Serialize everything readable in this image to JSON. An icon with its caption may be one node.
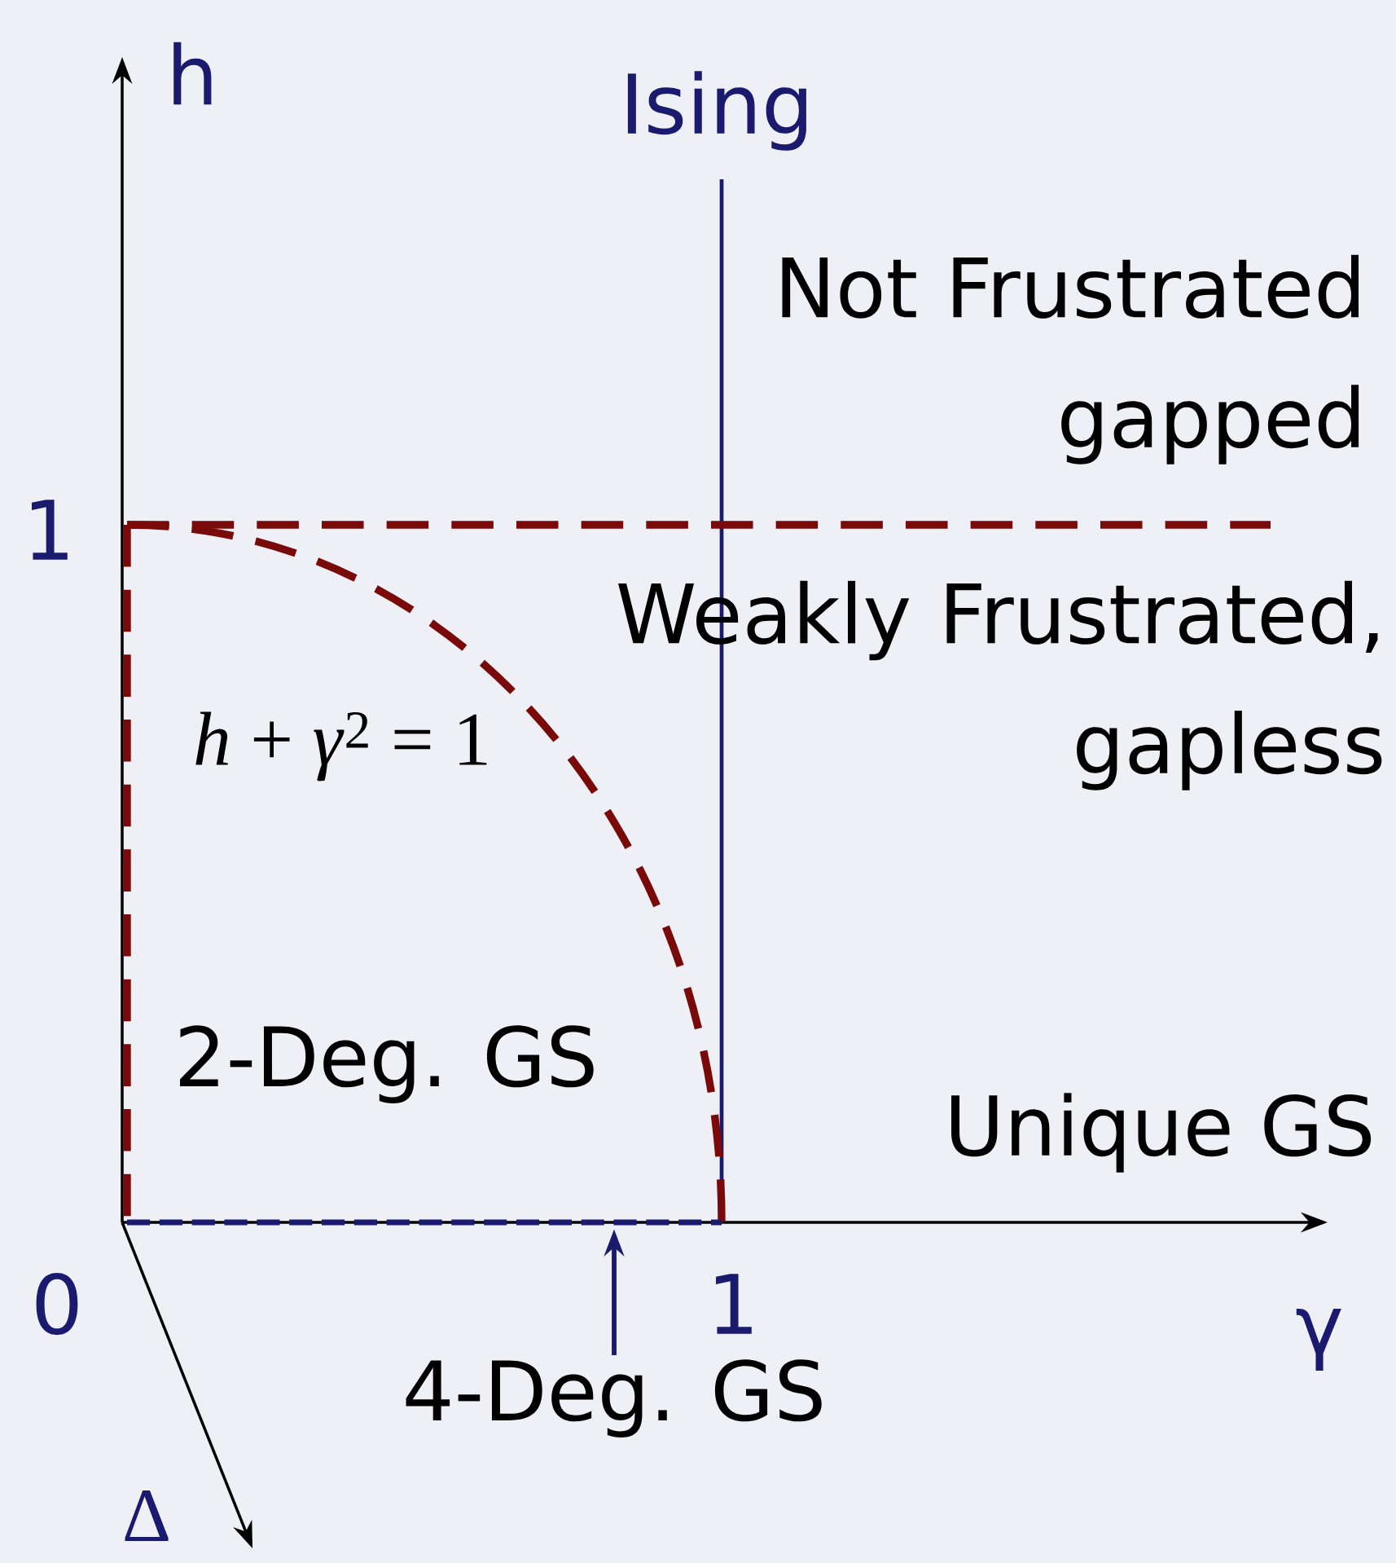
{
  "diagram": {
    "nodes": [
      {
        "text": [
          "4-Deg. GS"
        ]
      },
      {
        "text": [],
        "shape": "bar"
      }
    ],
    "edges": [
      {
        "from": 0,
        "to": 1,
        "arrow": "to",
        "color": "#1a1a6e"
      }
    ],
    "labels": [
      "h",
      "Ising",
      "Not Frustrated gapped",
      "1",
      "Weakly Frustrated, gapless",
      "*h* + *γ*$^{2}$ = 1",
      "2-Deg. GS",
      "Unique GS",
      "0",
      "1",
      "γ",
      "Δ"
    ]
  }
}
